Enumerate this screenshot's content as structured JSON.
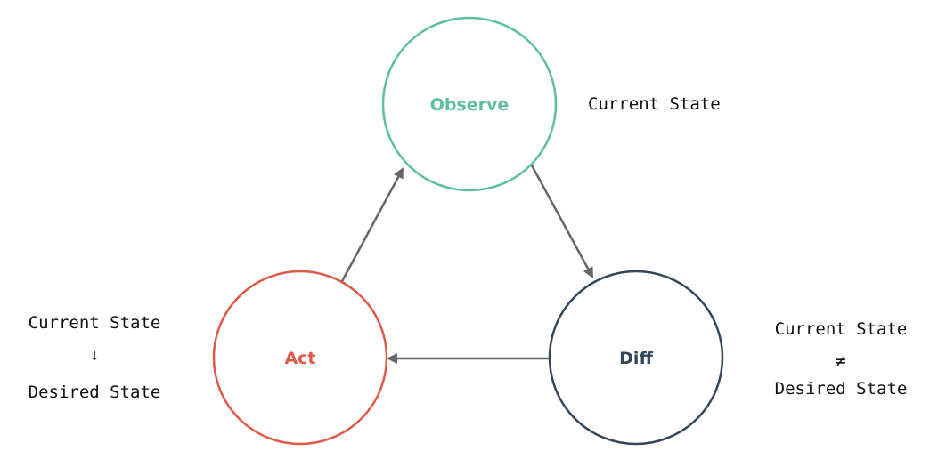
{
  "nodes": {
    "observe": {
      "label": "Observe",
      "color": "#5dbf9e"
    },
    "diff": {
      "label": "Diff",
      "color": "#34465a"
    },
    "act": {
      "label": "Act",
      "color": "#dd5a48"
    }
  },
  "arrow_color": "#666666",
  "notes": {
    "observe": {
      "line1": "Current State"
    },
    "diff": {
      "line1": "Current State",
      "line2": "≠",
      "line3": "Desired State"
    },
    "act": {
      "line1": "Current State",
      "line2": "↓",
      "line3": "Desired State"
    }
  }
}
